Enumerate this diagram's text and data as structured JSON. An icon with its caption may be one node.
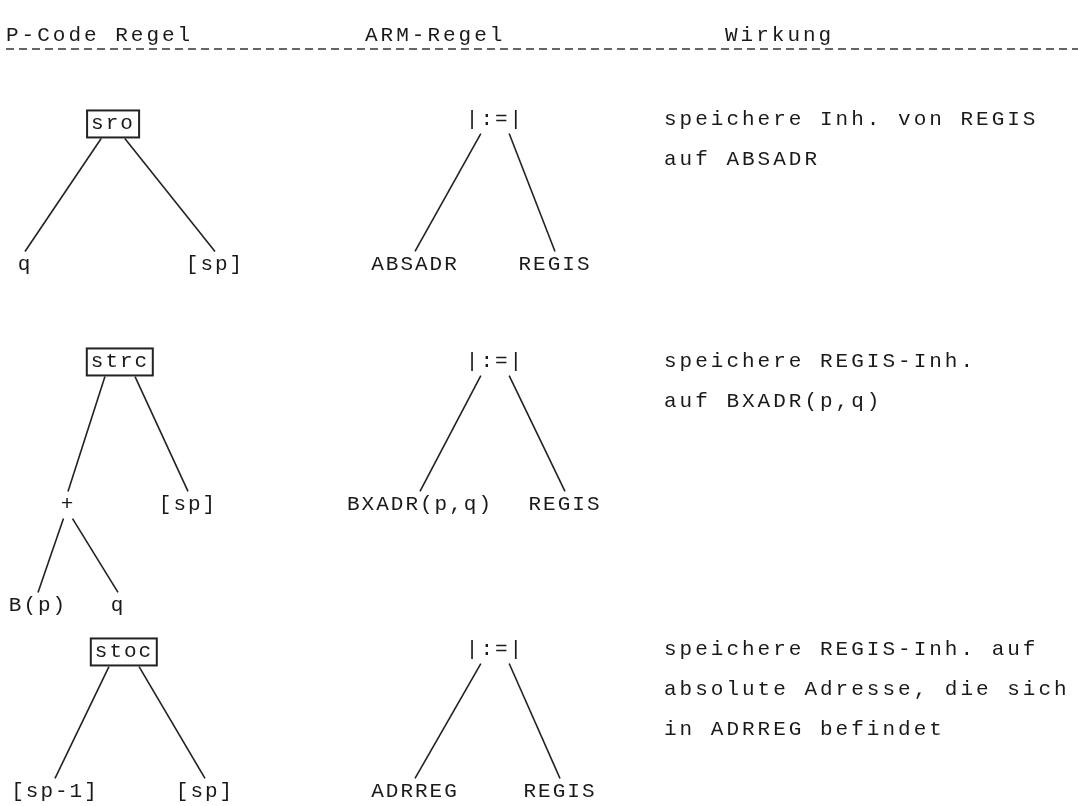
{
  "diagram": {
    "nodes": [
      {
        "text": [
          "sro"
        ]
      },
      {
        "text": [
          "q"
        ]
      },
      {
        "text": [
          "[sp]"
        ]
      },
      {
        "text": [
          "|:=|"
        ]
      },
      {
        "text": [
          "ABSADR"
        ]
      },
      {
        "text": [
          "REGIS"
        ]
      },
      {
        "text": [
          "strc"
        ]
      },
      {
        "text": [
          "+"
        ]
      },
      {
        "text": [
          "[sp]"
        ]
      },
      {
        "text": [
          "B(p)"
        ]
      },
      {
        "text": [
          "q"
        ]
      },
      {
        "text": [
          "|:=|"
        ]
      },
      {
        "text": [
          "BXADR(p,q)"
        ]
      },
      {
        "text": [
          "REGIS"
        ]
      },
      {
        "text": [
          "stoc"
        ]
      },
      {
        "text": [
          "[sp-1]"
        ]
      },
      {
        "text": [
          "[sp]"
        ]
      },
      {
        "text": [
          "|:=|"
        ]
      },
      {
        "text": [
          "ADRREG"
        ]
      },
      {
        "text": [
          "REGIS"
        ]
      }
    ],
    "edges": [
      {
        "from": 0,
        "to": 1,
        "arrow": "none"
      },
      {
        "from": 0,
        "to": 2,
        "arrow": "none"
      },
      {
        "from": 3,
        "to": 4,
        "arrow": "none"
      },
      {
        "from": 3,
        "to": 5,
        "arrow": "none"
      },
      {
        "from": 6,
        "to": 7,
        "arrow": "none"
      },
      {
        "from": 6,
        "to": 8,
        "arrow": "none"
      },
      {
        "from": 7,
        "to": 9,
        "arrow": "none"
      },
      {
        "from": 7,
        "to": 10,
        "arrow": "none"
      },
      {
        "from": 11,
        "to": 12,
        "arrow": "none"
      },
      {
        "from": 11,
        "to": 13,
        "arrow": "none"
      },
      {
        "from": 14,
        "to": 15,
        "arrow": "none"
      },
      {
        "from": 14,
        "to": 16,
        "arrow": "none"
      },
      {
        "from": 17,
        "to": 18,
        "arrow": "none"
      },
      {
        "from": 17,
        "to": 19,
        "arrow": "none"
      }
    ],
    "labels": [
      "P-Code Regel",
      "ARM-Regel",
      "Wirkung",
      "speichere Inh. von REGIS auf ABSADR",
      "speichere REGIS-Inh. auf BXADR(p,q)",
      "speichere REGIS-Inh. auf absolute Adresse, die sich in ADRREG befindet"
    ]
  }
}
